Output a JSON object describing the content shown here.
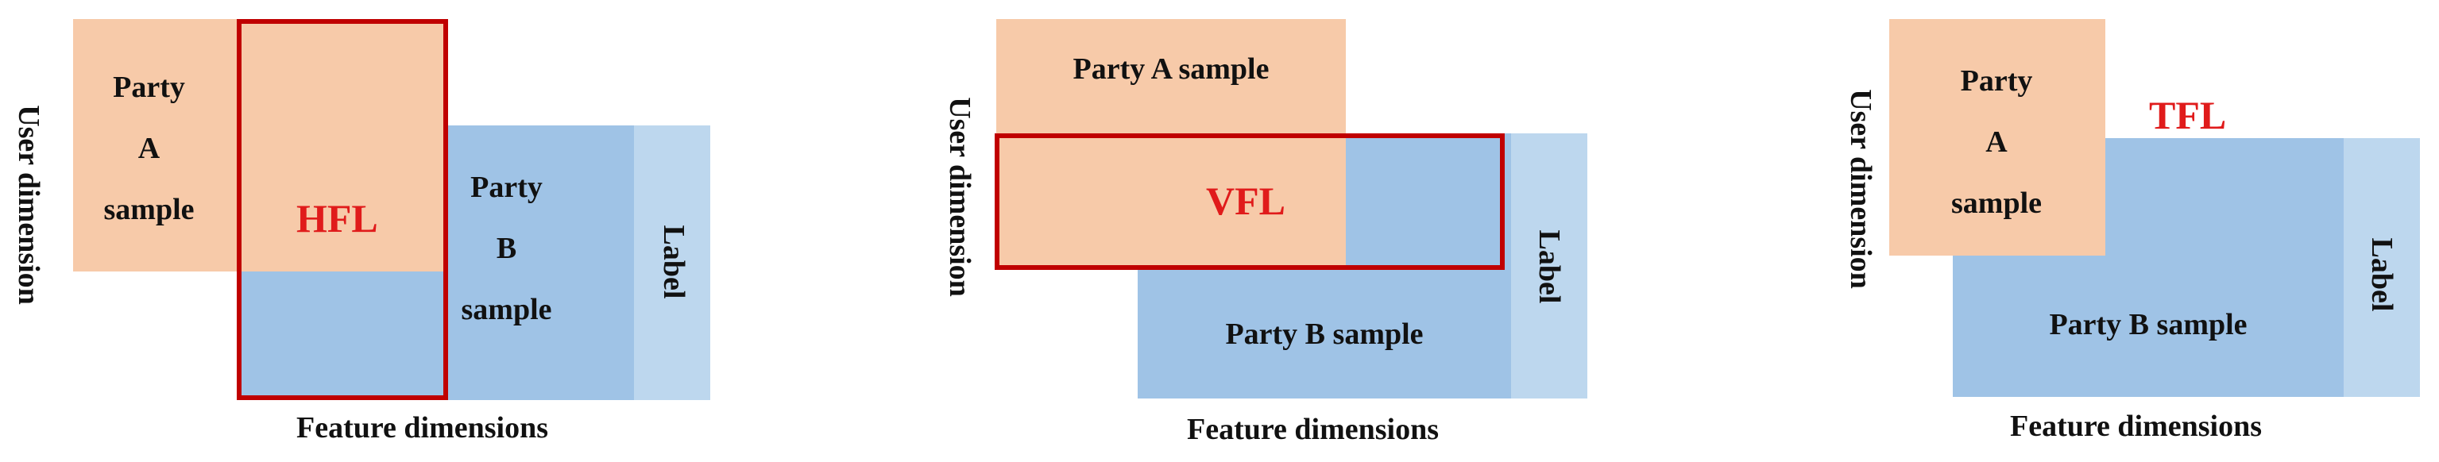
{
  "panels": {
    "hfl": {
      "party_a_lines": [
        "Party",
        "A",
        "sample"
      ],
      "party_b_lines": [
        "Party",
        "B",
        "sample"
      ],
      "label": "Label",
      "method": "HFL",
      "x_axis": "Feature dimensions",
      "y_axis": "User dimension"
    },
    "vfl": {
      "party_a": "Party A sample",
      "party_b": "Party B sample",
      "label": "Label",
      "method": "VFL",
      "x_axis": "Feature dimensions",
      "y_axis": "User dimension"
    },
    "tfl": {
      "party_a_lines": [
        "Party",
        "A",
        "sample"
      ],
      "party_b": "Party B sample",
      "label": "Label",
      "method": "TFL",
      "x_axis": "Feature dimensions",
      "y_axis": "User dimension"
    }
  },
  "colors": {
    "party_a": "#f7caa9",
    "party_b": "#9fc3e6",
    "label": "#bdd7ee",
    "highlight": "#c00000",
    "method_text": "#e01b1b"
  }
}
